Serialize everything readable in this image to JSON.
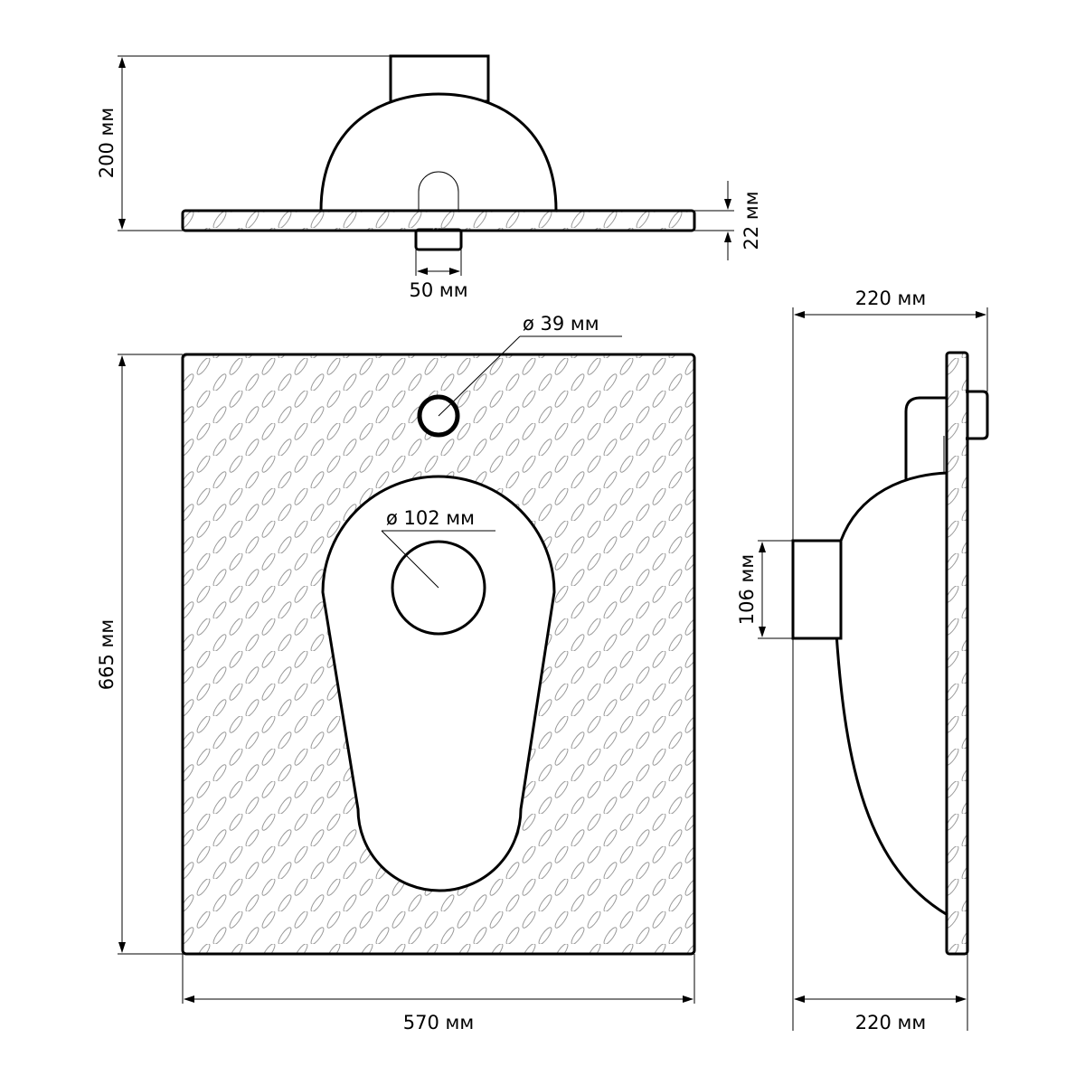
{
  "top_view": {
    "height_label": "200 мм",
    "thickness_label": "22 мм",
    "outlet_width_label": "50 мм"
  },
  "front_view": {
    "small_hole_label": "ø 39 мм",
    "drain_label": "ø 102 мм",
    "length_label": "665 мм",
    "width_label": "570 мм"
  },
  "side_view": {
    "depth_top_label": "220 мм",
    "depth_bottom_label": "220 мм",
    "outlet_height_label": "106 мм"
  },
  "colors": {
    "line": "#000000",
    "pattern": "#9a9a9a",
    "background": "#ffffff"
  }
}
